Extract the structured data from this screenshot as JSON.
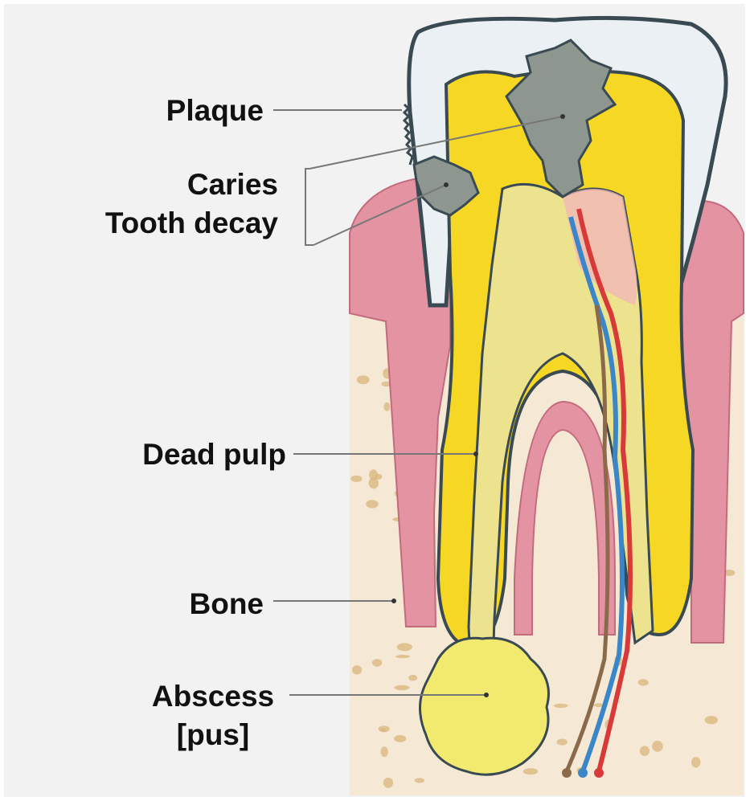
{
  "labels": {
    "plaque": "Plaque",
    "caries": "Caries",
    "tooth_decay": "Tooth decay",
    "dead_pulp": "Dead pulp",
    "bone": "Bone",
    "abscess": "Abscess",
    "pus": "[pus]"
  },
  "colors": {
    "background": "#f2f2f2",
    "enamel": "#eaf0f3",
    "dentin": "#f6d824",
    "pulp": "#ede38e",
    "gum": "#e493a2",
    "bone": "#f5e9d6",
    "bone_speckle": "#d9b57c",
    "decay": "#8e978f",
    "abscess": "#f2ea6f",
    "artery": "#d83a3a",
    "vein": "#3a86c8",
    "outline": "#3a4a52",
    "leader_line": "#777777"
  }
}
